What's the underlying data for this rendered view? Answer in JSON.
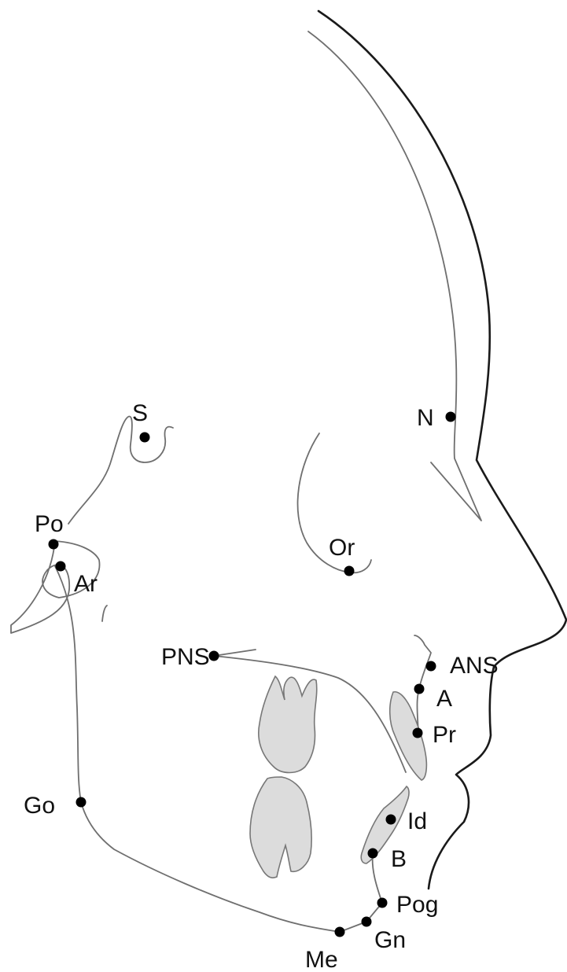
{
  "landmarks": [
    {
      "id": "N",
      "label": "N"
    },
    {
      "id": "S",
      "label": "S"
    },
    {
      "id": "Or",
      "label": "Or"
    },
    {
      "id": "Po",
      "label": "Po"
    },
    {
      "id": "Ar",
      "label": "Ar"
    },
    {
      "id": "PNS",
      "label": "PNS"
    },
    {
      "id": "ANS",
      "label": "ANS"
    },
    {
      "id": "A",
      "label": "A"
    },
    {
      "id": "Pr",
      "label": "Pr"
    },
    {
      "id": "Go",
      "label": "Go"
    },
    {
      "id": "Id",
      "label": "Id"
    },
    {
      "id": "B",
      "label": "B"
    },
    {
      "id": "Pog",
      "label": "Pog"
    },
    {
      "id": "Gn",
      "label": "Gn"
    },
    {
      "id": "Me",
      "label": "Me"
    }
  ]
}
